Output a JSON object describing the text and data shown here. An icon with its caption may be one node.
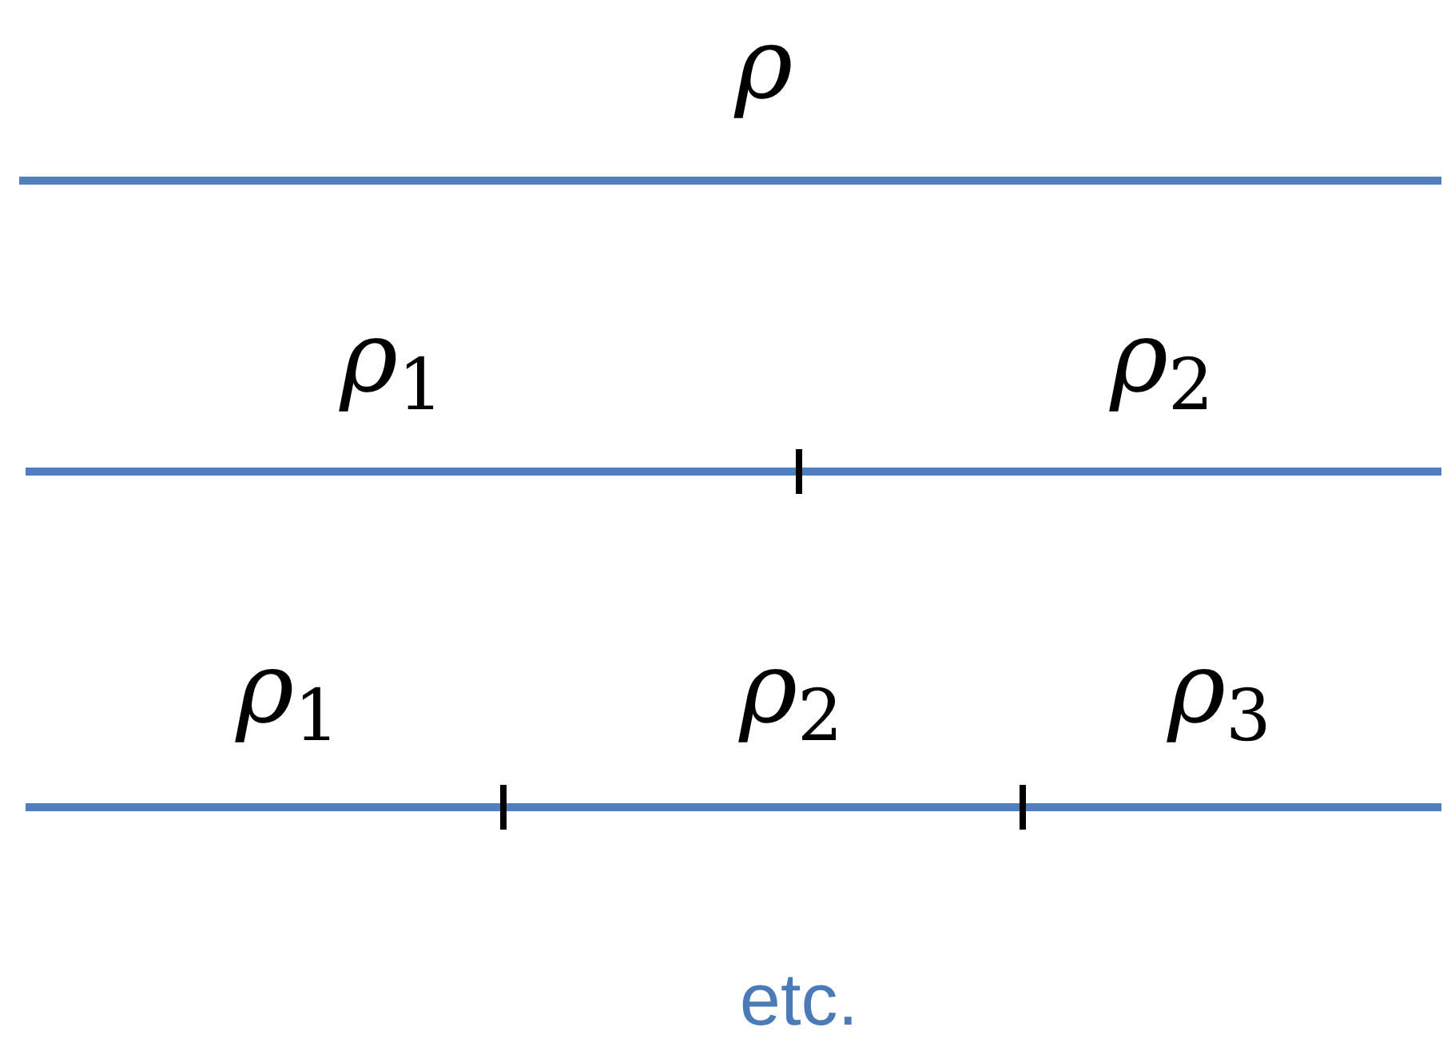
{
  "diagram": {
    "labels": [
      "ρ",
      "ρ$_{1}$",
      "ρ$_{2}$",
      "ρ$_{1}$",
      "ρ$_{2}$",
      "ρ$_{3}$",
      "etc."
    ]
  }
}
